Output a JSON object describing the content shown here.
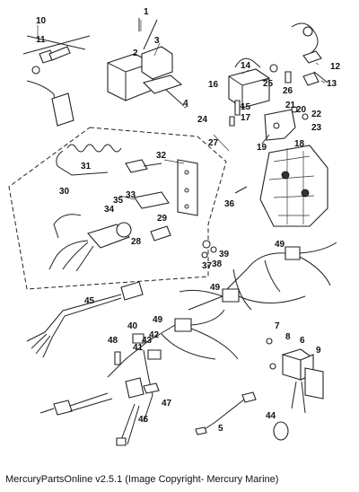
{
  "diagram": {
    "part_labels": [
      "1",
      "2",
      "3",
      "4",
      "5",
      "6",
      "7",
      "8",
      "9",
      "10",
      "11",
      "12",
      "13",
      "14",
      "15",
      "16",
      "17",
      "18",
      "19",
      "20",
      "21",
      "22",
      "23",
      "24",
      "25",
      "26",
      "27",
      "28",
      "29",
      "30",
      "31",
      "32",
      "33",
      "34",
      "35",
      "36",
      "37",
      "38",
      "39",
      "40",
      "41",
      "42",
      "43",
      "44",
      "45",
      "46",
      "47",
      "48",
      "49"
    ]
  },
  "caption": "MercuryPartsOnline v2.5.1 (Image Copyright- Mercury Marine)"
}
